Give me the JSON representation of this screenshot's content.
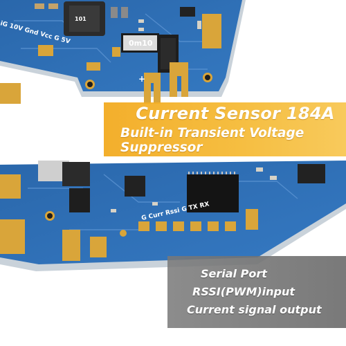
{
  "feature_banner": {
    "title": "Current Sensor 184A",
    "subtitle": "Built-in Transient Voltage Suppressor"
  },
  "port_banner": {
    "lines": [
      "Serial Port",
      "RSSI(PWM)input",
      "Current signal output"
    ]
  },
  "top_board": {
    "silkscreen_pins": "iG 10V Gnd Vcc G 5V",
    "resistor_marking": "0m10",
    "plus_marking": "+"
  },
  "bottom_board": {
    "silkscreen_pins": "G Curr Rssi G TX RX"
  },
  "colors": {
    "pcb_blue": "#2d6fb6",
    "pcb_edge": "#c9d2da",
    "gold_pad": "#d9a53a",
    "banner_orange": "#f2a81a",
    "banner_gray": "#6e6e6e"
  }
}
